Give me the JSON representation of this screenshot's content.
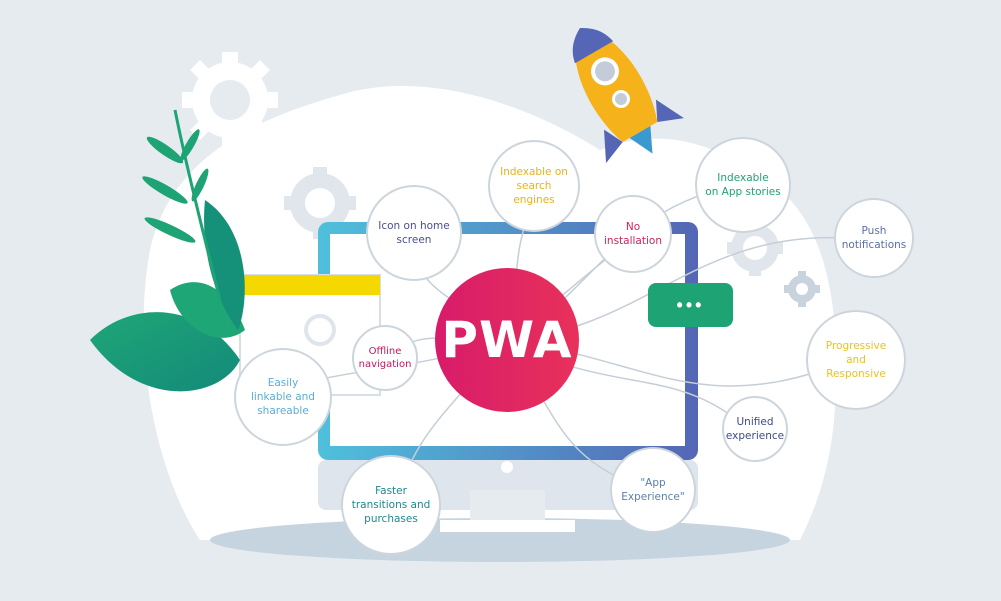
{
  "center": {
    "label": "PWA",
    "gradient": [
      "#d81b6a",
      "#e8315a"
    ]
  },
  "features": [
    {
      "id": "icon-home",
      "text": "Icon on home\nscreen",
      "color": "#4a4f8f"
    },
    {
      "id": "indexable-search",
      "text": "Indexable on\nsearch engines",
      "color": "#e8b21c"
    },
    {
      "id": "no-installation",
      "text": "No\ninstallation",
      "color": "#d0245e"
    },
    {
      "id": "indexable-app-stores",
      "text": "Indexable\non App stories",
      "color": "#1ea374"
    },
    {
      "id": "push-notifications",
      "text": "Push\nnotifications",
      "color": "#5b6fa3"
    },
    {
      "id": "progressive-responsive",
      "text": "Progressive and\nResponsive",
      "color": "#e8c31c"
    },
    {
      "id": "unified-experience",
      "text": "Unified\nexperience",
      "color": "#3e4a8a"
    },
    {
      "id": "app-experience",
      "text": "\"App\nExperience\"",
      "color": "#5b7fa8"
    },
    {
      "id": "faster-transitions",
      "text": "Faster\ntransitions and\npurchases",
      "color": "#1e8a8a"
    },
    {
      "id": "easily-linkable",
      "text": "Easily\nlinkable and\nshareable",
      "color": "#5aaed0"
    },
    {
      "id": "offline-navigation",
      "text": "Offline\nnavigation",
      "color": "#c2185b"
    }
  ],
  "chat_bubble": {
    "text": "•••",
    "color": "#1ea374"
  },
  "colors": {
    "background": "#e6ebf0",
    "blob": "#ffffff",
    "monitor_frame_left": "#4fc0dc",
    "monitor_frame_right": "#5466b5",
    "yellow_bar": "#f5d800",
    "rocket_body": "#f5b21a",
    "rocket_fins": "#5466b5",
    "leaf_green": "#1ea374"
  }
}
